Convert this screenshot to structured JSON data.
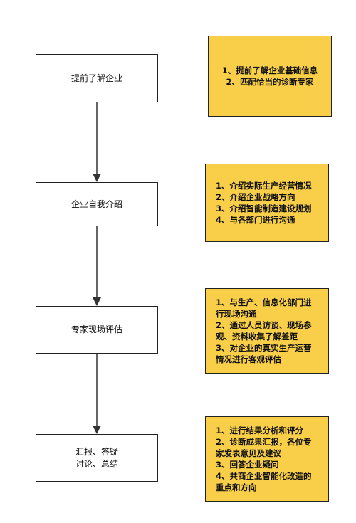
{
  "steps": [
    {
      "lines": [
        "提前了解企业"
      ]
    },
    {
      "lines": [
        "企业自我介绍"
      ]
    },
    {
      "lines": [
        "专家现场评估"
      ]
    },
    {
      "lines": [
        "汇报、答疑",
        "讨论、总结"
      ]
    }
  ],
  "notes": [
    {
      "lines": [
        "1、提前了解企业基础信息",
        "2、匹配恰当的诊断专家"
      ]
    },
    {
      "lines": [
        "1、介绍实际生产经营情况",
        "2、介绍企业战略方向",
        "3、介绍智能制造建设规划",
        "4、与各部门进行沟通"
      ]
    },
    {
      "lines": [
        "1、与生产、信息化部门进",
        "行现场沟通",
        "2、通过人员访谈、现场参",
        "观、资料收集了解差距",
        "3、对企业的真实生产运营",
        "情况进行客观评估"
      ]
    },
    {
      "lines": [
        "1、进行结果分析和评分",
        "2、诊断成果汇报，各位专",
        "家发表意见及建议",
        "3、回答企业疑问",
        "4、共商企业智能化改造的",
        "重点和方向"
      ]
    }
  ],
  "colors": {
    "note_fill": "#f9cf49",
    "border": "#222222",
    "arrow": "#333333"
  }
}
